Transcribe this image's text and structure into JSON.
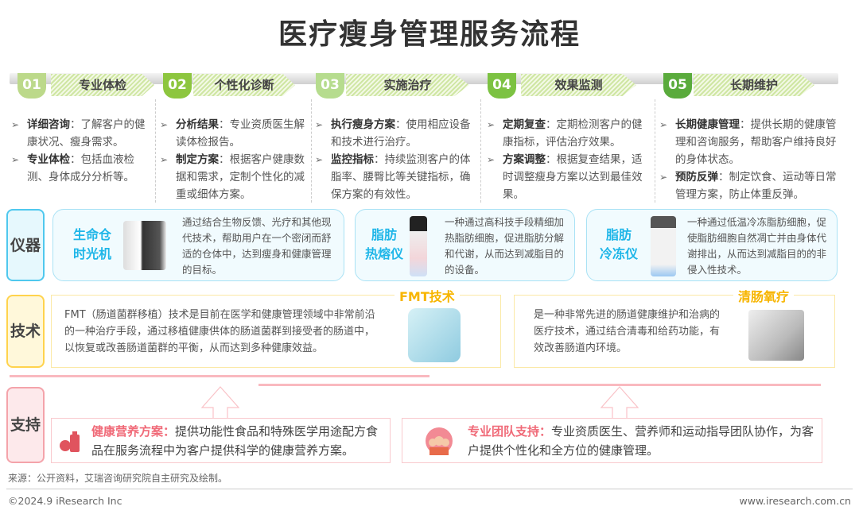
{
  "title": "医疗瘦身管理服务流程",
  "steps": [
    {
      "num": "01",
      "label": "专业体检",
      "color": "#bcd98a",
      "items": [
        {
          "k": "详细咨询",
          "v": "：了解客户的健康状况、瘦身需求。"
        },
        {
          "k": "专业体检",
          "v": "：包括血液检测、身体成分分析等。"
        }
      ]
    },
    {
      "num": "02",
      "label": "个性化诊断",
      "color": "#8dc63f",
      "items": [
        {
          "k": "分析结果",
          "v": "：专业资质医生解读体检报告。"
        },
        {
          "k": "制定方案",
          "v": "：根据客户健康数据和需求，定制个性化的减重或细体方案。"
        }
      ]
    },
    {
      "num": "03",
      "label": "实施治疗",
      "color": "#b6dc8e",
      "items": [
        {
          "k": "执行瘦身方案",
          "v": "：使用相应设备和技术进行治疗。"
        },
        {
          "k": "监控指标",
          "v": "：持续监测客户的体脂率、腰臀比等关键指标，确保方案的有效性。"
        }
      ]
    },
    {
      "num": "04",
      "label": "效果监测",
      "color": "#7cc242",
      "items": [
        {
          "k": "定期复查",
          "v": "：定期检测客户的健康指标，评估治疗效果。"
        },
        {
          "k": "方案调整",
          "v": "：根据复查结果，适时调整瘦身方案以达到最佳效果。"
        }
      ]
    },
    {
      "num": "05",
      "label": "长期维护",
      "color": "#5aab3c",
      "items": [
        {
          "k": "长期健康管理",
          "v": "：提供长期的健康管理和咨询服务，帮助客户维持良好的身体状态。"
        },
        {
          "k": "预防反弹",
          "v": "：制定饮食、运动等日常管理方案，防止体重反弹。"
        }
      ]
    }
  ],
  "rows": {
    "instrument": "仪器",
    "tech": "技术",
    "support": "支持"
  },
  "instruments": [
    {
      "name1": "生命仓",
      "name2": "时光机",
      "desc": "通过结合生物反馈、光疗和其他现代技术，帮助用户在一个密闭而舒适的仓体中，达到瘦身和健康管理的目标。"
    },
    {
      "name1": "脂肪",
      "name2": "热熔仪",
      "desc": "一种通过高科技手段精细加热脂肪细胞，促进脂肪分解和代谢，从而达到减脂目的的设备。"
    },
    {
      "name1": "脂肪",
      "name2": "冷冻仪",
      "desc": "一种通过低温冷冻脂肪细胞，促使脂肪细胞自然凋亡并由身体代谢排出，从而达到减脂目的的非侵入性技术。"
    }
  ],
  "techs": [
    {
      "title": "FMT技术",
      "desc": "FMT（肠道菌群移植）技术是目前在医学和健康管理领域中非常前沿的一种治疗手段，通过移植健康供体的肠道菌群到接受者的肠道中，以恢复或改善肠道菌群的平衡，从而达到多种健康效益。"
    },
    {
      "title": "清肠氧疗",
      "desc": "是一种非常先进的肠道健康维护和治病的医疗技术，通过结合清毒和给药功能，有效改善肠道内环境。"
    }
  ],
  "supports": [
    {
      "k": "健康营养方案：",
      "v": "提供功能性食品和特殊医学用途配方食品在服务流程中为客户提供科学的健康营养方案。"
    },
    {
      "k": "专业团队支持：",
      "v": "专业资质医生、营养师和运动指导团队协作，为客户提供个性化和全方位的健康管理。"
    }
  ],
  "source": "来源：公开资料，艾瑞咨询研究院自主研究及绘制。",
  "copyright": "©2024.9 iResearch Inc",
  "website": "www.iresearch.com.cn"
}
